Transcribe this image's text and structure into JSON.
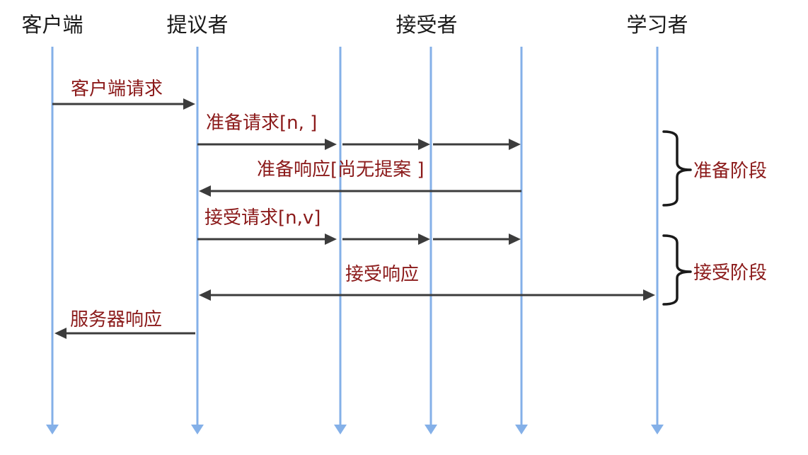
{
  "participants": {
    "client": "客户端",
    "proposer": "提议者",
    "acceptor": "接受者",
    "learner": "学习者"
  },
  "messages": {
    "client_request": "客户端请求",
    "prepare_request": "准备请求[n, ]",
    "prepare_response": "准备响应[尚无提案 ]",
    "accept_request": "接受请求[n,v]",
    "accept_response": "接受响应",
    "server_response": "服务器响应"
  },
  "phases": {
    "prepare": "准备阶段",
    "accept": "接受阶段"
  },
  "colors": {
    "lifeline": "#84b0e8",
    "arrow": "#3c3c3c",
    "label": "#8b1a1a",
    "header": "#1a1a1a"
  }
}
